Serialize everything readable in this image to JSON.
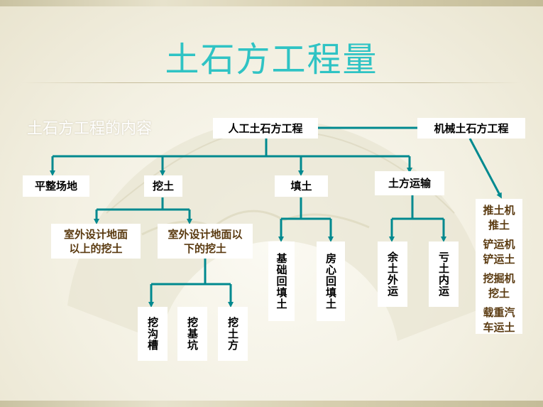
{
  "slide": {
    "title": "土石方工程量",
    "subtitle": "土石方工程的内容"
  },
  "nodes": {
    "manual": "人工土石方工程",
    "mechanical": "机械土石方工程",
    "leveling": "平整场地",
    "excavation": "挖土",
    "filling": "填土",
    "transport": "土方运输",
    "above_ground": "室外设计地面以上的挖土",
    "below_ground": "室外设计地面以下的挖土",
    "foundation_backfill": "基础回填土",
    "room_backfill": "房心回填土",
    "surplus_out": "余土外运",
    "deficit_in": "亏土内运",
    "trench": "挖沟槽",
    "pit": "挖基坑",
    "earthwork": "挖土方",
    "machines": [
      [
        "推土机",
        "推土"
      ],
      [
        "铲运机",
        "铲运土"
      ],
      [
        "挖掘机",
        "挖土"
      ],
      [
        "载重汽",
        "车运土"
      ]
    ]
  },
  "colors": {
    "title": "#2fc3c4",
    "connector": "#00898f",
    "background": "#f4f1e4"
  }
}
